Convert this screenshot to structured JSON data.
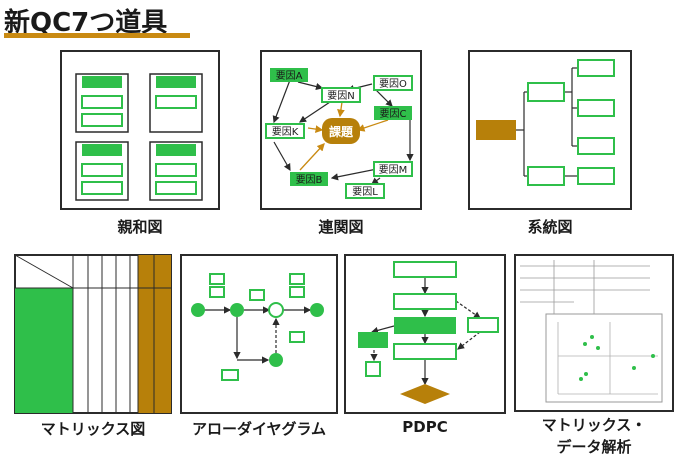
{
  "title": "新QC7つ道具",
  "colors": {
    "green": "#2fbf4a",
    "brown": "#b7800a",
    "border": "#2b2b2b",
    "title_bar": "#c98a12"
  },
  "captions": {
    "affinity": "親和図",
    "relation": "連関図",
    "tree": "系統図",
    "matrix": "マトリックス図",
    "arrow": "アローダイヤグラム",
    "pdpc": "PDPC",
    "mda1": "マトリックス・",
    "mda2": "データ解析"
  },
  "relation": {
    "center": "課題",
    "factors": {
      "a": "要因A",
      "b": "要因B",
      "c": "要因C",
      "k": "要因K",
      "l": "要因L",
      "m": "要因M",
      "n": "要因N",
      "o": "要因O"
    }
  }
}
